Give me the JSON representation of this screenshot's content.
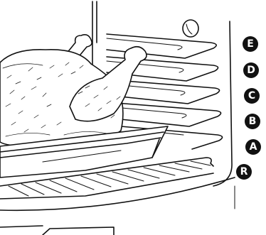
{
  "rack_positions": [
    {
      "id": "rack-position-e",
      "label": "E"
    },
    {
      "id": "rack-position-d",
      "label": "D"
    },
    {
      "id": "rack-position-c",
      "label": "C"
    },
    {
      "id": "rack-position-b",
      "label": "B"
    },
    {
      "id": "rack-position-a",
      "label": "A"
    },
    {
      "id": "rack-position-r",
      "label": "R"
    }
  ]
}
